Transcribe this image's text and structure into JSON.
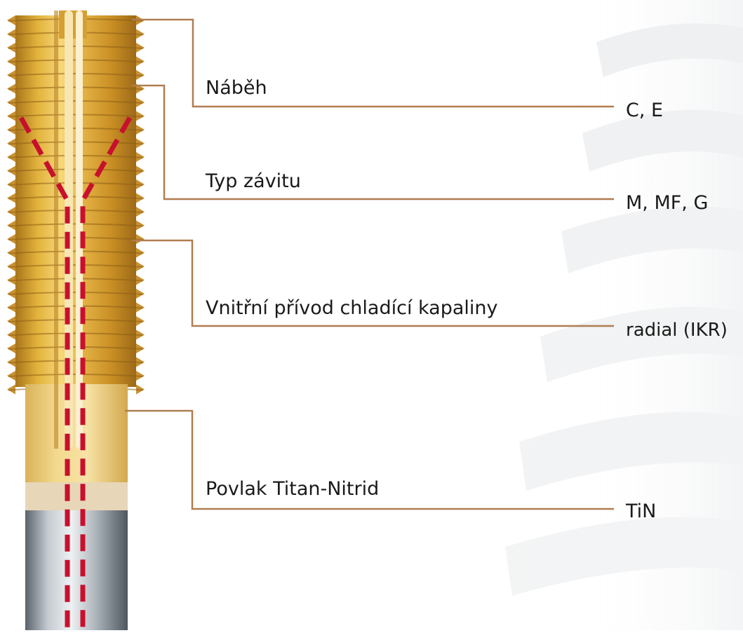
{
  "callouts": [
    {
      "label": "Náběh",
      "value": "C, E"
    },
    {
      "label": "Typ závitu",
      "value": "M, MF, G"
    },
    {
      "label": "Vnitřní přívod chladící kapaliny",
      "value": "radial (IKR)"
    },
    {
      "label": "Povlak Titan-Nitrid",
      "value": "TiN"
    }
  ],
  "colors": {
    "leader_line": "#b07d52",
    "coolant_channel": "#c8102e",
    "coating_gold": "#d9a428",
    "shank_steel": "#9aa3ab"
  }
}
